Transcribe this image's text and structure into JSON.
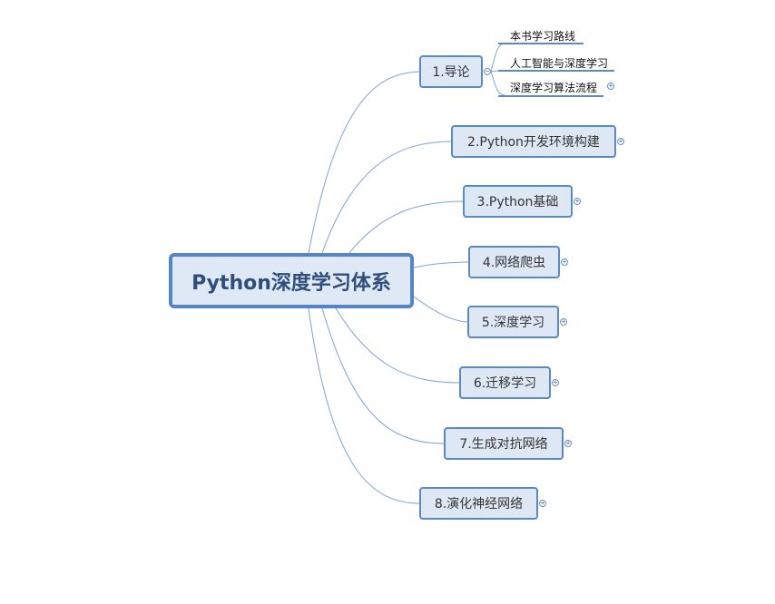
{
  "root": {
    "label": "Python深度学习体系"
  },
  "topics": [
    {
      "label": "1.导论",
      "expanded": true,
      "expander_symbol": "−"
    },
    {
      "label": "2.Python开发环境构建",
      "expanded": false,
      "expander_symbol": "+"
    },
    {
      "label": "3.Python基础",
      "expanded": false,
      "expander_symbol": "+"
    },
    {
      "label": "4.网络爬虫",
      "expanded": false,
      "expander_symbol": "+"
    },
    {
      "label": "5.深度学习",
      "expanded": false,
      "expander_symbol": "+"
    },
    {
      "label": "6.迁移学习",
      "expanded": false,
      "expander_symbol": "+"
    },
    {
      "label": "7.生成对抗网络",
      "expanded": false,
      "expander_symbol": "+"
    },
    {
      "label": "8.演化神经网络",
      "expanded": false,
      "expander_symbol": "+"
    }
  ],
  "subtopics": [
    {
      "label": "本书学习路线",
      "expander_symbol": ""
    },
    {
      "label": "人工智能与深度学习",
      "expander_symbol": ""
    },
    {
      "label": "深度学习算法流程",
      "expander_symbol": "+"
    }
  ],
  "colors": {
    "root_border": "#5585c6",
    "node_border": "#5b89c4",
    "node_fill": "#dee7f4",
    "connector": "#7ea3d2"
  }
}
